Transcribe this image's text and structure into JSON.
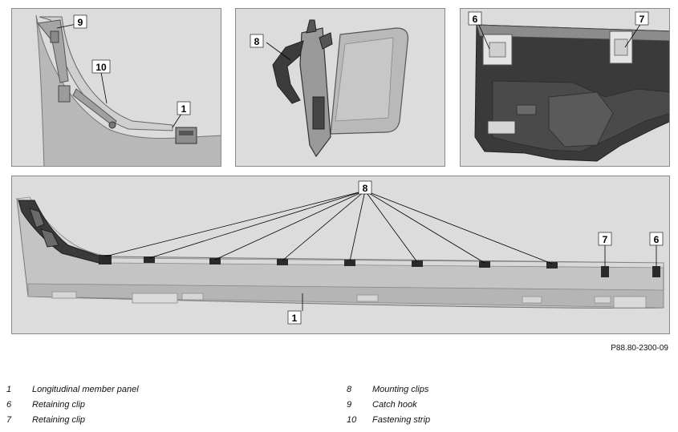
{
  "reference_code": "P88.80-2300-09",
  "callouts": {
    "n1": "1",
    "n6": "6",
    "n7": "7",
    "n8": "8",
    "n9": "9",
    "n10": "10"
  },
  "legend": [
    {
      "num": "1",
      "text": "Longitudinal member panel"
    },
    {
      "num": "6",
      "text": "Retaining clip"
    },
    {
      "num": "7",
      "text": "Retaining clip"
    },
    {
      "num": "8",
      "text": "Mounting clips"
    },
    {
      "num": "9",
      "text": "Catch hook"
    },
    {
      "num": "10",
      "text": "Fastening strip"
    }
  ],
  "colors": {
    "panel_bg": "#dcdcdc",
    "part_light": "#bdbdbd",
    "part_mid": "#9a9a9a",
    "part_dark": "#3c3c3c",
    "clip_dark": "#2a2a2a"
  }
}
